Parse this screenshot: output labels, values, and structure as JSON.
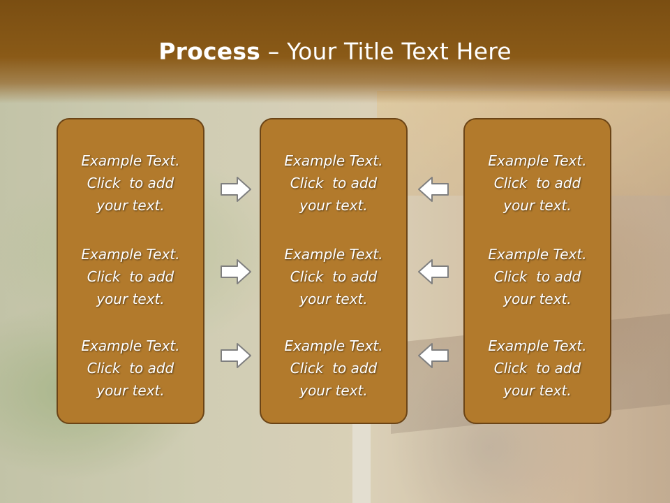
{
  "title": {
    "bold": "Process",
    "rest": " – Your Title Text Here"
  },
  "columns": [
    {
      "items": [
        {
          "lines": [
            "Example Text.",
            "Click  to add",
            "your text."
          ]
        },
        {
          "lines": [
            "Example Text.",
            "Click  to add",
            "your text."
          ]
        },
        {
          "lines": [
            "Example Text.",
            "Click  to add",
            "your text."
          ]
        }
      ]
    },
    {
      "items": [
        {
          "lines": [
            "Example Text.",
            "Click  to add",
            "your text."
          ]
        },
        {
          "lines": [
            "Example Text.",
            "Click  to add",
            "your text."
          ]
        },
        {
          "lines": [
            "Example Text.",
            "Click  to add",
            "your text."
          ]
        }
      ]
    },
    {
      "items": [
        {
          "lines": [
            "Example Text.",
            "Click  to add",
            "your text."
          ]
        },
        {
          "lines": [
            "Example Text.",
            "Click  to add",
            "your text."
          ]
        },
        {
          "lines": [
            "Example Text.",
            "Click  to add",
            "your text."
          ]
        }
      ]
    }
  ],
  "icons": {
    "left_arrows": "arrow-right-icon",
    "right_arrows": "arrow-left-icon"
  },
  "colors": {
    "title_band": "#8a5a17",
    "box_fill": "#b27a2c",
    "box_border": "#6b4416",
    "text": "#ffffff",
    "arrow_fill": "#ffffff",
    "arrow_stroke": "#7f7f7f"
  }
}
